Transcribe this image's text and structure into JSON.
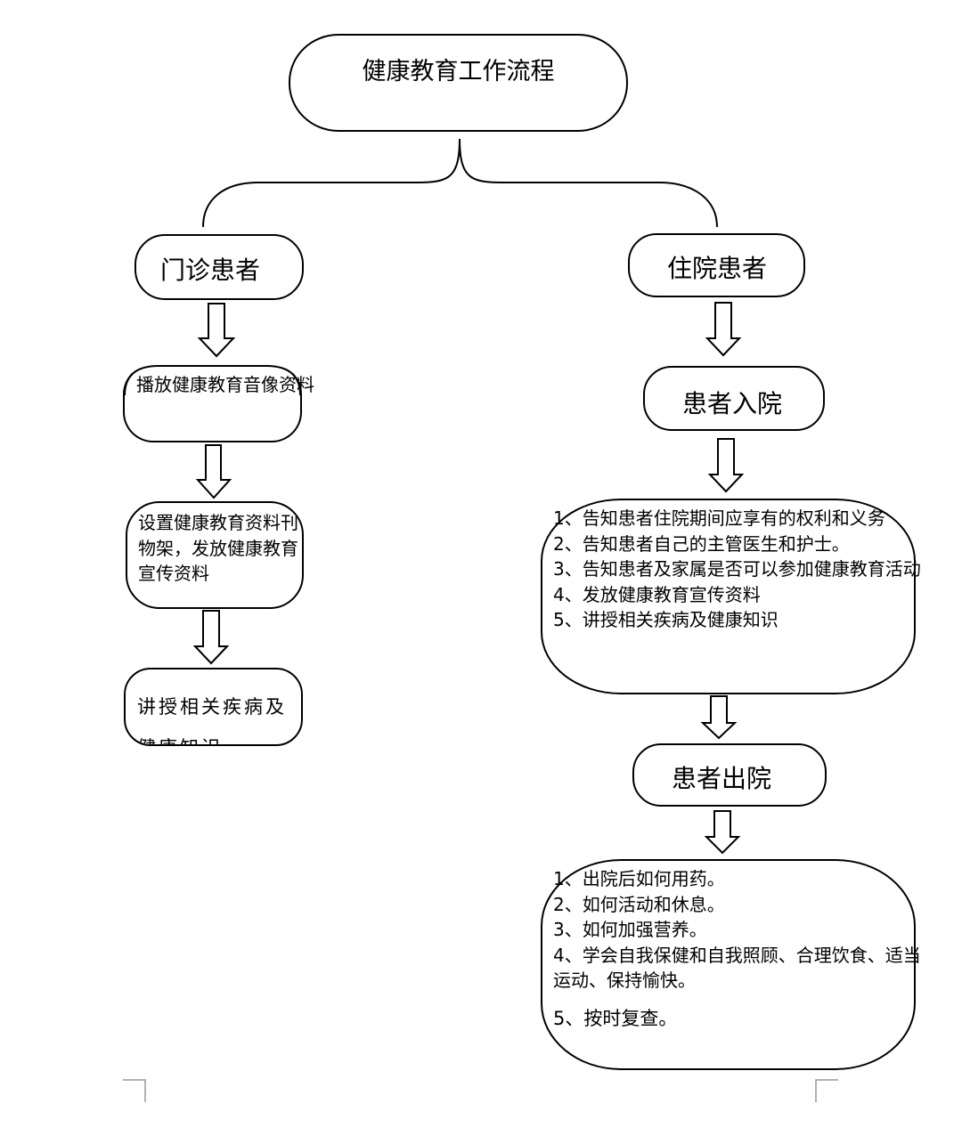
{
  "title": "健康教育工作流程",
  "outpatient": {
    "label": "门诊患者",
    "steps": [
      "播放健康教育音像资料",
      [
        "设置健康教育资料刊",
        "物架，发放健康教育",
        "宣传资料"
      ],
      [
        "讲授相关疾病及",
        "健康知识"
      ]
    ]
  },
  "inpatient": {
    "label": "住院患者",
    "admission": "患者入院",
    "admission_items": [
      "1、告知患者住院期间应享有的权利和义务",
      "2、告知患者自己的主管医生和护士。",
      "3、告知患者及家属是否可以参加健康教育活动",
      "4、发放健康教育宣传资料",
      "5、讲授相关疾病及健康知识"
    ],
    "discharge": "患者出院",
    "discharge_items": [
      "1、出院后如何用药。",
      "2、如何活动和休息。",
      "3、如何加强营养。",
      [
        "4、学会自我保健和自我照顾、合理饮食、适当",
        "运动、保持愉快。"
      ],
      "5、按时复查。"
    ]
  }
}
